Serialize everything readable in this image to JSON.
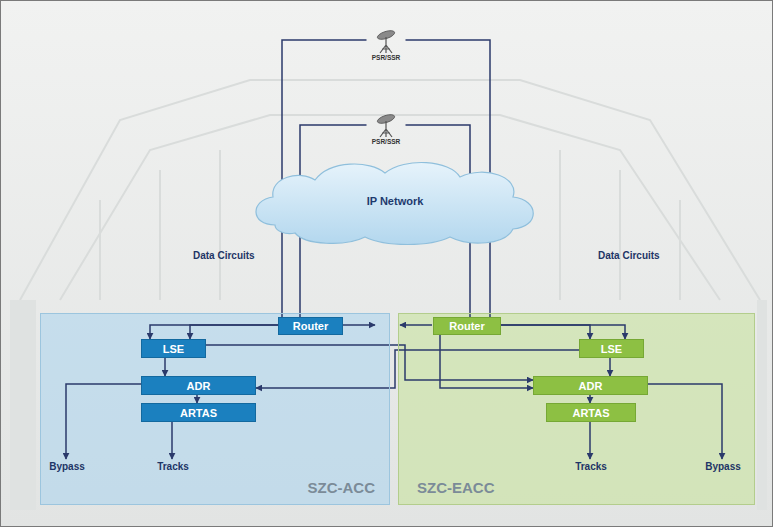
{
  "diagram": {
    "nodes": [
      {
        "text": [
          "PSR/SSR"
        ]
      },
      {
        "text": [
          "PSR/SSR"
        ]
      },
      {
        "text": [
          "IP Network"
        ]
      },
      {
        "text": [
          "SZC-ACC"
        ]
      },
      {
        "text": [
          "Router"
        ],
        "in": 3
      },
      {
        "text": [
          "LSE"
        ],
        "in": 3
      },
      {
        "text": [
          "ADR"
        ],
        "in": 3
      },
      {
        "text": [
          "ARTAS"
        ],
        "in": 3
      },
      {
        "text": [
          "Bypass"
        ],
        "in": 3
      },
      {
        "text": [
          "Tracks"
        ],
        "in": 3
      },
      {
        "text": [
          "SZC-EACC"
        ]
      },
      {
        "text": [
          "Router"
        ],
        "in": 10
      },
      {
        "text": [
          "LSE"
        ],
        "in": 10
      },
      {
        "text": [
          "ADR"
        ],
        "in": 10
      },
      {
        "text": [
          "ARTAS"
        ],
        "in": 10
      },
      {
        "text": [
          "Tracks"
        ],
        "in": 10
      },
      {
        "text": [
          "Bypass"
        ],
        "in": 10
      }
    ],
    "edges": [
      {
        "from": 0,
        "to": 4,
        "arrow": "none"
      },
      {
        "from": 0,
        "to": 11,
        "arrow": "none"
      },
      {
        "from": 1,
        "to": 4,
        "arrow": "none"
      },
      {
        "from": 1,
        "to": 11,
        "arrow": "none"
      },
      {
        "from": 4,
        "to": 5,
        "arrow": "to"
      },
      {
        "from": 4,
        "to": 5,
        "arrow": "to"
      },
      {
        "from": 5,
        "to": 6,
        "arrow": "to"
      },
      {
        "from": 6,
        "to": 7,
        "arrow": "to"
      },
      {
        "from": 7,
        "to": 9,
        "arrow": "to"
      },
      {
        "from": 6,
        "to": 8,
        "arrow": "to"
      },
      {
        "from": 5,
        "to": 13,
        "arrow": "to"
      },
      {
        "from": 11,
        "to": 12,
        "arrow": "to"
      },
      {
        "from": 11,
        "to": 12,
        "arrow": "to"
      },
      {
        "from": 11,
        "to": 13,
        "arrow": "to"
      },
      {
        "from": 12,
        "to": 13,
        "arrow": "to"
      },
      {
        "from": 12,
        "to": 6,
        "arrow": "to"
      },
      {
        "from": 13,
        "to": 14,
        "arrow": "to"
      },
      {
        "from": 14,
        "to": 15,
        "arrow": "to"
      },
      {
        "from": 13,
        "to": 16,
        "arrow": "to"
      }
    ],
    "labels": [
      "Data Circuits",
      "Data Circuits"
    ]
  }
}
